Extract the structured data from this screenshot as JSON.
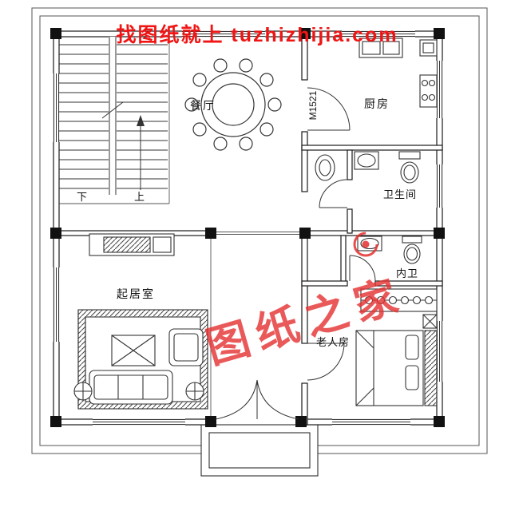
{
  "watermark": {
    "top": "找图纸就上 tuzhizhijia.com",
    "diagonal": "图纸之家"
  },
  "rooms": {
    "dining": "餐厅",
    "kitchen": "厨房",
    "bathroom": "卫生间",
    "inner_bathroom": "内卫",
    "living_room": "起居室",
    "elder_bedroom": "老人房"
  },
  "stairs": {
    "down": "下",
    "up": "上"
  },
  "door_code": "M1521",
  "colors": {
    "watermark_red": "#e53030",
    "line": "#1a1a1a"
  }
}
